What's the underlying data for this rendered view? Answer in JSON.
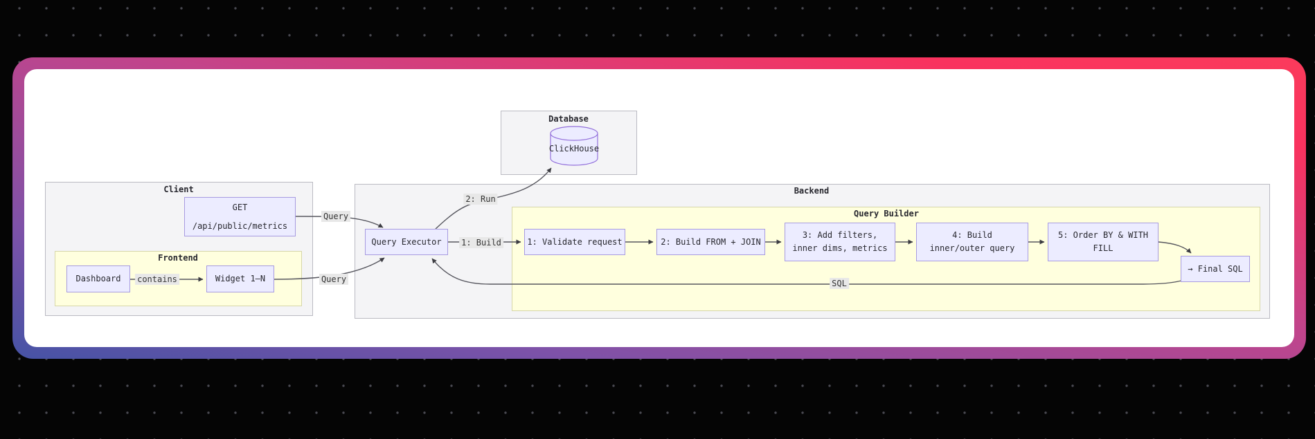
{
  "diagram": {
    "clusters": {
      "database": {
        "label": "Database"
      },
      "client": {
        "label": "Client"
      },
      "frontend": {
        "label": "Frontend"
      },
      "backend": {
        "label": "Backend"
      },
      "query_builder": {
        "label": "Query Builder"
      }
    },
    "nodes": {
      "clickhouse": {
        "label": "ClickHouse"
      },
      "get_endpoint": {
        "line1": "GET",
        "line2": "/api/public/metrics"
      },
      "dashboard": {
        "label": "Dashboard"
      },
      "widget": {
        "label": "Widget 1–N"
      },
      "query_executor": {
        "label": "Query Executor"
      },
      "validate": {
        "label": "1: Validate request"
      },
      "build_from_join": {
        "label": "2: Build FROM + JOIN"
      },
      "add_filters": {
        "line1": "3: Add filters,",
        "line2": "inner dims, metrics"
      },
      "build_inner_outer": {
        "line1": "4: Build",
        "line2": "inner/outer query"
      },
      "order_by_fill": {
        "line1": "5: Order BY & WITH",
        "line2": "FILL"
      },
      "final_sql": {
        "label": "→ Final SQL"
      }
    },
    "edge_labels": {
      "query_top": "Query",
      "query_bottom": "Query",
      "contains": "contains",
      "run": "2: Run",
      "build": "1: Build",
      "sql": "SQL"
    },
    "colors": {
      "background": "#050505",
      "dot": "#4a4a52",
      "card_gradient_start": "#4653a5",
      "card_gradient_mid": "#c2448b",
      "card_gradient_end": "#fb3b5c",
      "node_fill": "#ececff",
      "node_stroke": "#9370db",
      "cluster_fill": "#f4f4f6",
      "cluster_stroke": "#babac2",
      "highlight_fill": "#ffffde",
      "highlight_stroke": "#d6d6a8",
      "edge": "#56565e",
      "edge_label_bg": "#e8e8e8"
    }
  }
}
